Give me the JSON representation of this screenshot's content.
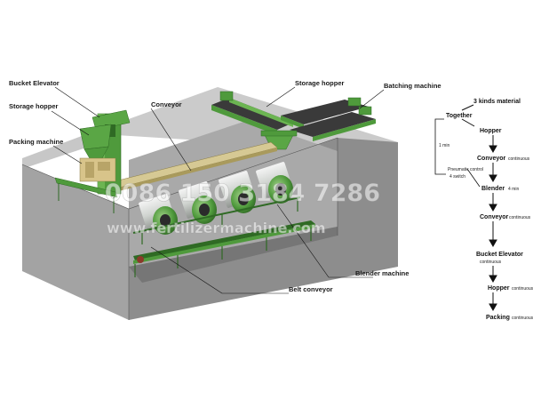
{
  "labels": {
    "bucket_elevator": "Bucket Elevator",
    "storage_hopper_left": "Storage hopper",
    "packing_machine": "Packing machine",
    "conveyor": "Conveyor",
    "storage_hopper_top": "Storage hopper",
    "batching_machine": "Batching machine",
    "blender_machine": "Blender machine",
    "belt_conveyor": "Belt conveyor"
  },
  "watermark": {
    "phone": "0086 150 3184 7286",
    "site": "www.fertilizermachine.com"
  },
  "flow": {
    "start": "3 kinds material",
    "together": "Together",
    "hopper": "Hopper",
    "conveyor": "Conveyor",
    "conveyor_note": "continuous",
    "one_min": "1 min",
    "pneumatic": "Pneumatic control",
    "switch": "4 switch",
    "blender": "Blender",
    "blender_note": "4 min",
    "conveyor2": "Conveyor",
    "conveyor2_note": "continuous",
    "bucket_elevator": "Bucket Elevator",
    "bucket_elevator_note": "continuous",
    "hopper2": "Hopper",
    "hopper2_note": "continuous",
    "packing": "Packing",
    "packing_note": "continuous"
  },
  "colors": {
    "pit_light": "#b8b8b8",
    "pit_mid": "#9e9e9e",
    "pit_dark": "#7c7c7c",
    "machine_green": "#4f9a3c",
    "machine_dark_green": "#2f6a24",
    "conveyor_tan": "#cfc08c",
    "drum_light": "#e6e6e6"
  }
}
